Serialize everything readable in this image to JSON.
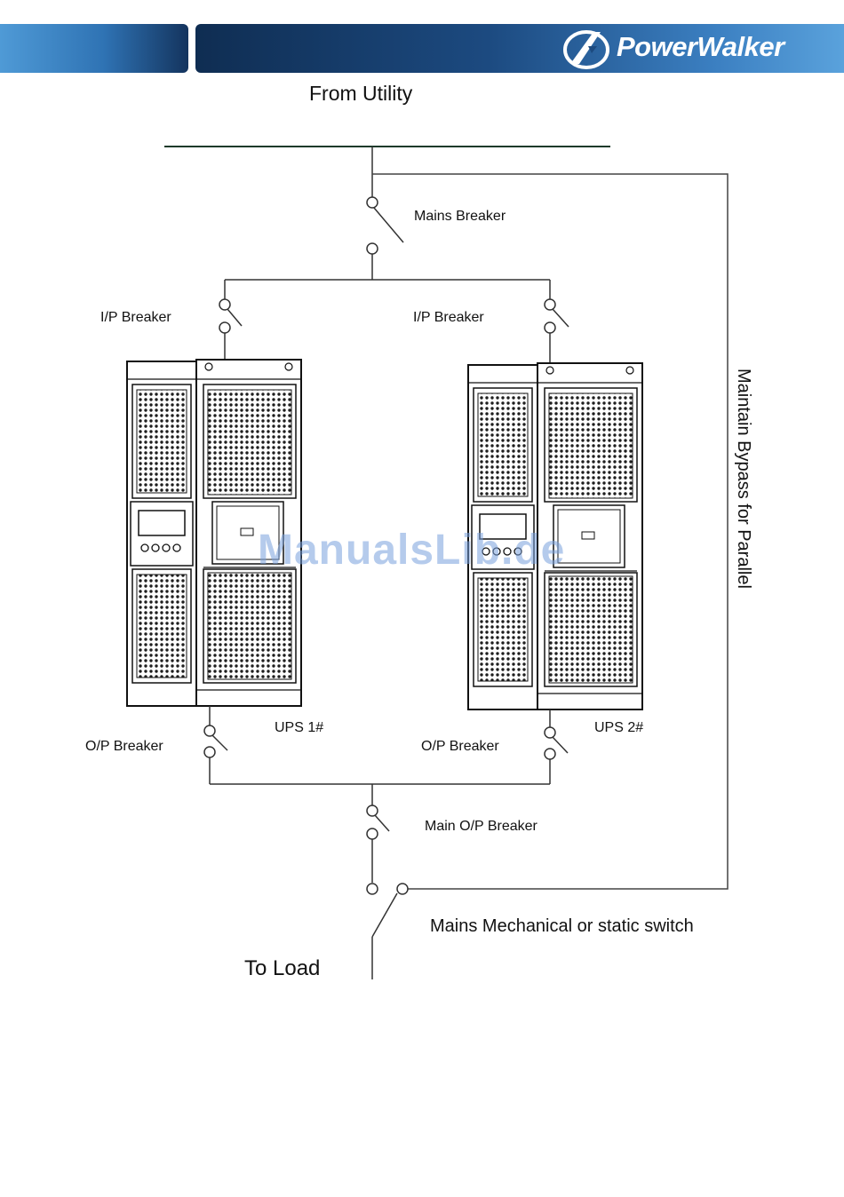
{
  "header": {
    "brand": "PowerWalker",
    "colors": {
      "banner_dark": "#0f2d52",
      "banner_light": "#5aa2dc"
    },
    "logo_icon": "powerwalker-swoosh-icon"
  },
  "diagram": {
    "from_utility": "From Utility",
    "mains_breaker": "Mains  Breaker",
    "ip_breaker_1": "I/P Breaker",
    "ip_breaker_2": "I/P Breaker",
    "op_breaker_1": "O/P Breaker",
    "op_breaker_2": "O/P Breaker",
    "ups_1": "UPS 1#",
    "ups_2": "UPS 2#",
    "main_op_breaker": "Main O/P Breaker",
    "mains_switch": "Mains Mechanical or static switch",
    "to_load": "To Load",
    "bypass": "Maintain Bypass for Parallel"
  },
  "watermark": "ManualsLib.de"
}
